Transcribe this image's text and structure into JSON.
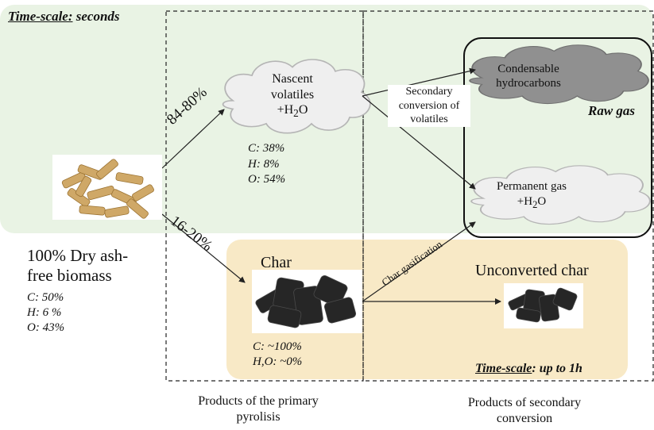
{
  "colors": {
    "seconds_panel": "#e9f3e4",
    "hour_panel": "#f8e9c6",
    "condensable_cloud": "#909090",
    "light_cloud": "#efefef",
    "outline": "#222222"
  },
  "time_scale_seconds": {
    "label": "Time-scale:",
    "value": "seconds"
  },
  "time_scale_hour": {
    "label": "Time-scale",
    "value": ": up to 1h"
  },
  "biomass": {
    "icon": "wood-pellets-image",
    "title_line1": "100% Dry ash-",
    "title_line2": "free biomass",
    "composition": [
      "C: 50%",
      "H:  6 %",
      "O: 43%"
    ]
  },
  "split": {
    "volatiles_pct": "84-80%",
    "char_pct": "16-20%"
  },
  "volatiles": {
    "line1": "Nascent",
    "line2": "volatiles",
    "water": "+H",
    "water_sub": "2",
    "water_end": "O",
    "composition": [
      "C: 38%",
      "H: 8%",
      "O: 54%"
    ]
  },
  "char": {
    "title": "Char",
    "icon": "charcoal-image",
    "composition_c": "C: ~100%",
    "composition_ho_pre": "H,O: ~0%"
  },
  "secondary_label": [
    "Secondary",
    "conversion of",
    "volatiles"
  ],
  "condensable": [
    "Condensable",
    "hydrocarbons"
  ],
  "raw_gas": "Raw gas",
  "permanent_gas": {
    "line1": "Permanent gas",
    "water": "+H",
    "water_sub": "2",
    "water_end": "O"
  },
  "char_gasification": "Char gasification",
  "unconverted": {
    "title": "Unconverted char",
    "icon": "charcoal-small-image"
  },
  "footer": {
    "primary": [
      "Products of the primary",
      "pyrolisis"
    ],
    "secondary": [
      "Products of secondary",
      "conversion"
    ]
  }
}
